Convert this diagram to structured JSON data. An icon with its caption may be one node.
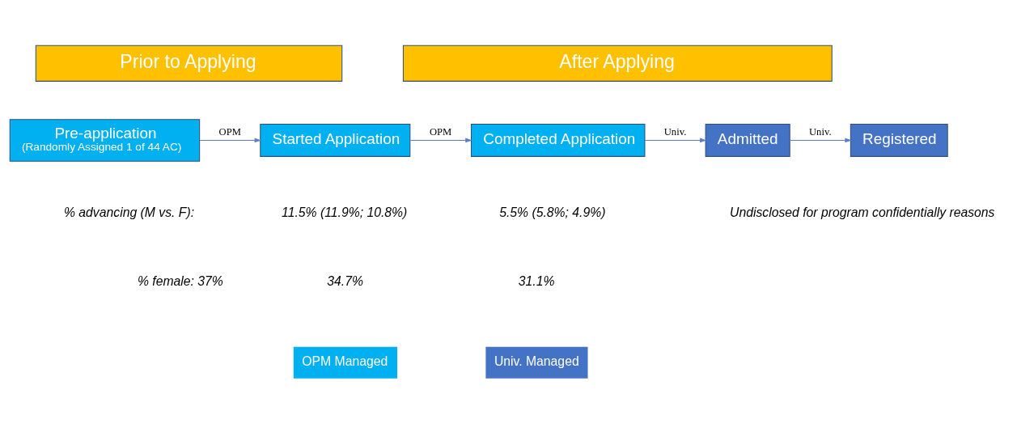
{
  "diagram": {
    "nodes": [
      {
        "text": [
          "Prior to Applying"
        ]
      },
      {
        "text": [
          "After Applying"
        ]
      },
      {
        "text": [
          "Pre-application",
          "(Randomly Assigned 1 of 44 AC)"
        ]
      },
      {
        "text": [
          "Started Application"
        ]
      },
      {
        "text": [
          "Completed Application"
        ]
      },
      {
        "text": [
          "Admitted"
        ]
      },
      {
        "text": [
          "Registered"
        ]
      }
    ],
    "edges": [
      {
        "from": 2,
        "to": 3,
        "arrow": "to",
        "label": "OPM"
      },
      {
        "from": 3,
        "to": 4,
        "arrow": "to",
        "label": "OPM"
      },
      {
        "from": 4,
        "to": 5,
        "arrow": "to",
        "label": "Univ."
      },
      {
        "from": 5,
        "to": 6,
        "arrow": "to",
        "label": "Univ."
      }
    ],
    "labels": [
      "% advancing (M vs. F):",
      "11.5% (11.9%; 10.8%)",
      "5.5% (5.8%; 4.9%)",
      "Undisclosed for program confidentially reasons",
      "% female: 37%",
      "34.7%",
      "31.1%"
    ],
    "legend": [
      {
        "text": "OPM Managed",
        "color": "#00b0f0"
      },
      {
        "text": "Univ. Managed",
        "color": "#4472c4"
      }
    ]
  }
}
